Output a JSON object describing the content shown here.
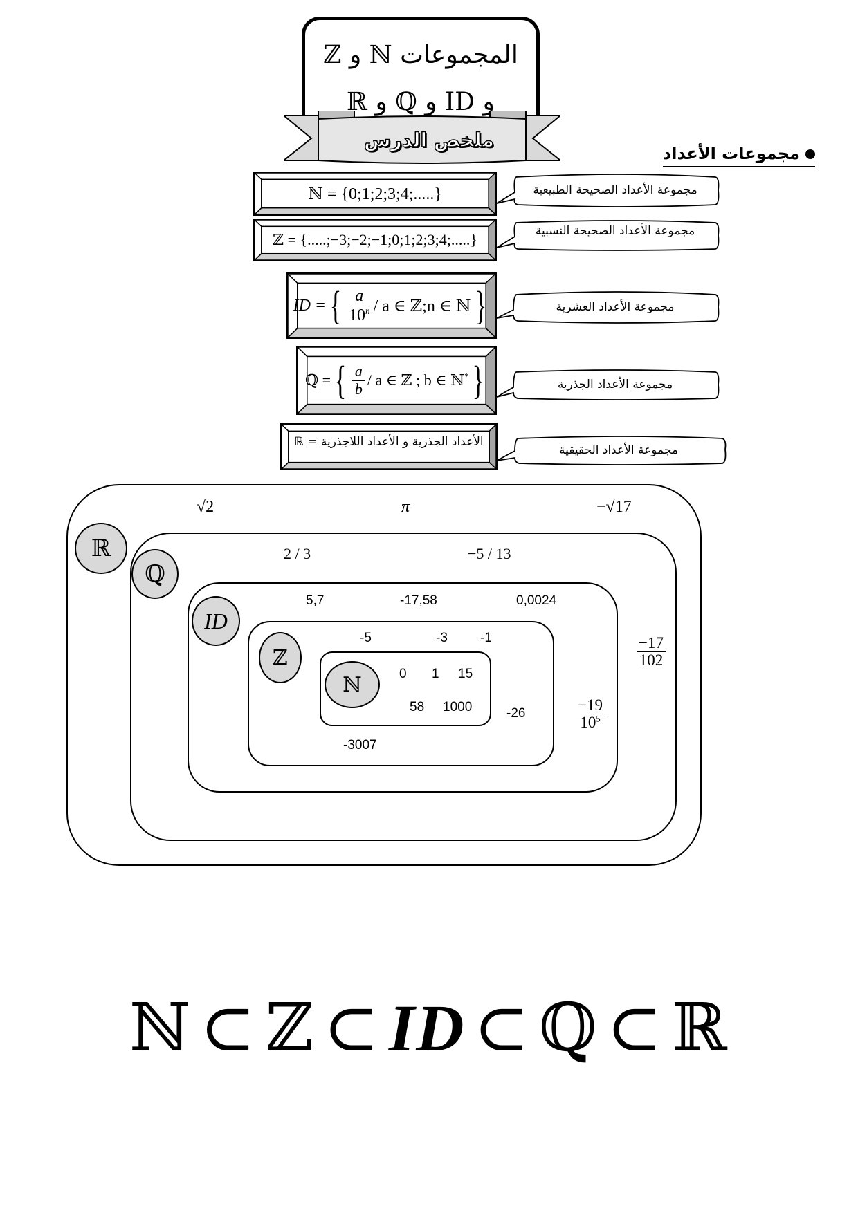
{
  "title": {
    "line1": "المجموعات ℕ و ℤ",
    "line2": "و ID و ℚ و ℝ",
    "ribbon": "ملخص الدرس"
  },
  "section_heading": "مجموعات الأعداد",
  "definitions": [
    {
      "id": "N",
      "formula": "ℕ = {0;1;2;3;4;.....}",
      "callout": "مجموعة الأعداد الصحيحة الطبيعية"
    },
    {
      "id": "Z",
      "formula": "ℤ = {.....;−3;−2;−1;0;1;2;3;4;.....}",
      "callout": "مجموعة الأعداد الصحيحة النسبية"
    },
    {
      "id": "ID",
      "formula_lhs": "ID =",
      "formula_num": "a",
      "formula_den": "10",
      "formula_den_sup": "n",
      "formula_rest": "/ a ∈ ℤ;n ∈ ℕ",
      "callout": "مجموعة الأعداد العشرية"
    },
    {
      "id": "Q",
      "formula_lhs": "ℚ =",
      "formula_num": "a",
      "formula_den": "b",
      "formula_rest": "/ a ∈ ℤ ; b ∈ ℕ",
      "formula_rest_sup": "*",
      "callout": "مجموعة الأعداد الجذرية"
    },
    {
      "id": "R",
      "formula": "الأعداد الجذرية و الأعداد اللاجذرية = ℝ",
      "callout": "مجموعة الأعداد الحقيقية"
    }
  ],
  "venn": {
    "sets": [
      {
        "label": "ℝ",
        "elements": [
          "√2",
          "π",
          "−√17"
        ]
      },
      {
        "label": "ℚ",
        "elements": [
          "2 / 3",
          "−5 / 13"
        ],
        "fractions": [
          {
            "num": "−17",
            "den": "102"
          }
        ]
      },
      {
        "label": "ID",
        "elements": [
          "5,7",
          "-17,58",
          "0,0024"
        ],
        "fractions": [
          {
            "num": "−19",
            "den": "10",
            "den_sup": "5"
          }
        ]
      },
      {
        "label": "ℤ",
        "elements": [
          "-5",
          "-3",
          "-1",
          "-26",
          "-3007"
        ]
      },
      {
        "label": "ℕ",
        "elements": [
          "0",
          "1",
          "15",
          "58",
          "1000"
        ]
      }
    ]
  },
  "inclusion_chain": [
    "ℕ",
    "⊂",
    "ℤ",
    "⊂",
    "ID",
    "⊂",
    "ℚ",
    "⊂",
    "ℝ"
  ]
}
